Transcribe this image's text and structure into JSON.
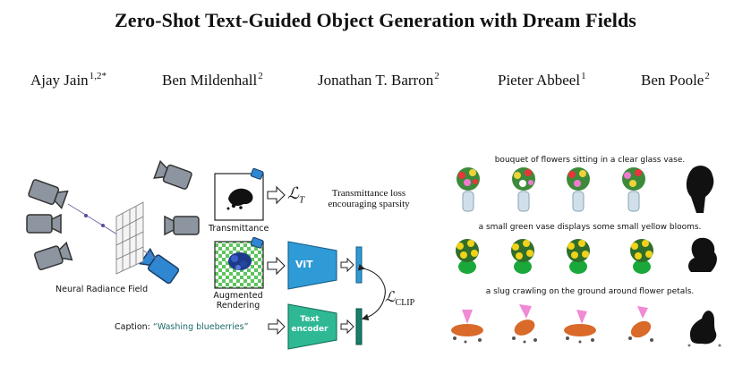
{
  "paper": {
    "title": "Zero-Shot Text-Guided Object Generation with Dream Fields",
    "authors": [
      {
        "name": "Ajay Jain",
        "sup": "1,2*"
      },
      {
        "name": "Ben Mildenhall",
        "sup": "2"
      },
      {
        "name": "Jonathan T. Barron",
        "sup": "2"
      },
      {
        "name": "Pieter Abbeel",
        "sup": "1"
      },
      {
        "name": "Ben Poole",
        "sup": "2"
      }
    ]
  },
  "diagram": {
    "nerf_label": "Neural Radiance Field",
    "transmittance_label": "Transmittance",
    "augmented_label_1": "Augmented",
    "augmented_label_2": "Rendering",
    "loss_t_symbol": "ℒ",
    "loss_t_sub": "T",
    "loss_t_desc_1": "Transmittance loss",
    "loss_t_desc_2": "encouraging sparsity",
    "vit_label": "ViT",
    "text_encoder_label_1": "Text",
    "text_encoder_label_2": "encoder",
    "loss_clip_symbol": "ℒ",
    "loss_clip_sub": "CLIP",
    "caption_prefix": "Caption: ",
    "caption_text": "“Washing blueberries”",
    "colors": {
      "vit": "#2e9ad6",
      "text_encoder": "#2fb894",
      "caption": "#1d6b6b",
      "camera": "#8d96a0",
      "camera_active": "#2f86d1"
    }
  },
  "gallery": {
    "captions": [
      "bouquet of flowers sitting in a clear glass vase.",
      "a small green vase displays some small yellow blooms.",
      "a slug crawling on the ground around flower petals."
    ]
  }
}
